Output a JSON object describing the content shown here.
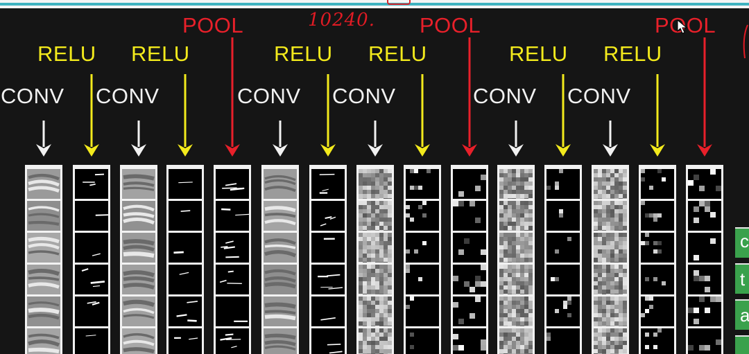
{
  "layers": [
    {
      "type": "conv",
      "label": "CONV"
    },
    {
      "type": "relu",
      "label": "RELU"
    },
    {
      "type": "conv",
      "label": "CONV"
    },
    {
      "type": "relu",
      "label": "RELU"
    },
    {
      "type": "pool",
      "label": "POOL"
    },
    {
      "type": "conv",
      "label": "CONV"
    },
    {
      "type": "relu",
      "label": "RELU"
    },
    {
      "type": "conv",
      "label": "CONV"
    },
    {
      "type": "relu",
      "label": "RELU"
    },
    {
      "type": "pool",
      "label": "POOL"
    },
    {
      "type": "conv",
      "label": "CONV"
    },
    {
      "type": "relu",
      "label": "RELU"
    },
    {
      "type": "conv",
      "label": "CONV"
    },
    {
      "type": "relu",
      "label": "RELU"
    },
    {
      "type": "pool",
      "label": "POOL"
    }
  ],
  "colors": {
    "conv": "#f2f2f2",
    "relu": "#f3ea1c",
    "pool": "#e8202a",
    "annotation": "#e01b24",
    "side_tab": "#3aa14c",
    "top_rule": "#3fb2c0"
  },
  "handwritten_note": "10240.",
  "side_tabs": [
    "c",
    "t",
    "a"
  ]
}
